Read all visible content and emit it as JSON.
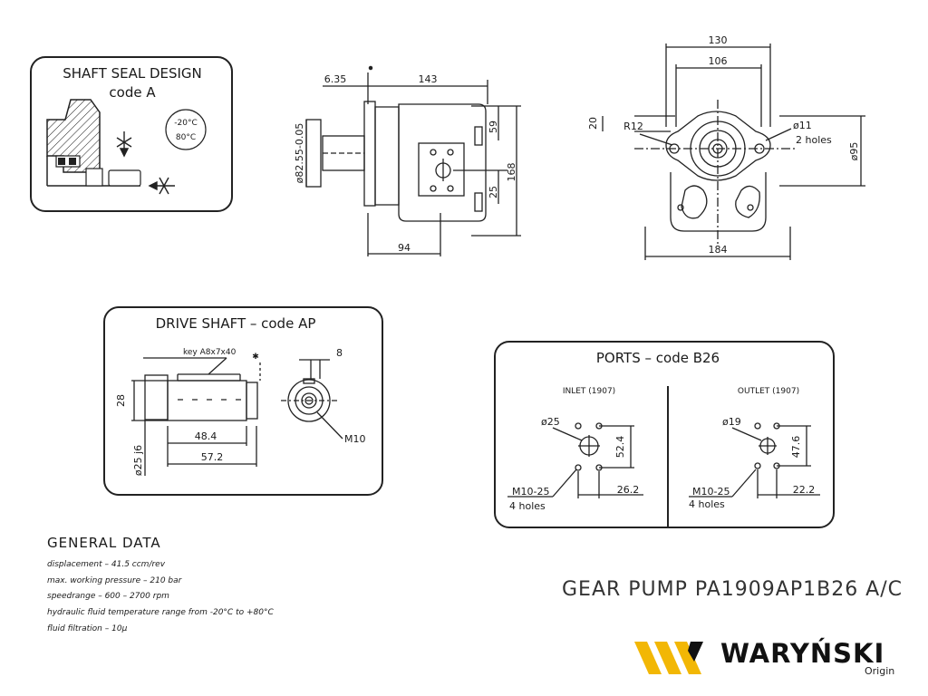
{
  "shaft_seal": {
    "title": "SHAFT SEAL DESIGN",
    "code": "code A",
    "temp_low": "-20°C",
    "temp_high": "80°C"
  },
  "side_view": {
    "d_6_35": "6.35",
    "d_143": "143",
    "d_82": "ø82.55-0.05",
    "d_59": "59",
    "d_168": "168",
    "d_25": "25",
    "d_94": "94"
  },
  "front_view": {
    "d_130": "130",
    "d_106": "106",
    "d_20": "20",
    "r12": "R12",
    "hole": "ø11",
    "hole_count": "2 holes",
    "d_95": "ø95",
    "d_184": "184"
  },
  "drive_shaft": {
    "title": "DRIVE SHAFT – code AP",
    "key": "key A8x7x40",
    "d_8": "8",
    "d_28": "28",
    "d_48": "48.4",
    "d_57": "57.2",
    "d_25j6": "ø25 j6",
    "thread": "M10"
  },
  "ports": {
    "title": "PORTS – code B26",
    "inlet": {
      "label": "INLET (1907)",
      "dia": "ø25",
      "d_vert": "52.4",
      "d_horiz": "26.2",
      "thread": "M10-25",
      "holes": "4 holes"
    },
    "outlet": {
      "label": "OUTLET (1907)",
      "dia": "ø19",
      "d_vert": "47.6",
      "d_horiz": "22.2",
      "thread": "M10-25",
      "holes": "4 holes"
    }
  },
  "general": {
    "title": "GENERAL DATA",
    "lines": [
      "displacement – 41.5 ccm/rev",
      "max. working pressure – 210 bar",
      "speedrange – 600 – 2700 rpm",
      "hydraulic fluid temperature range from -20°C to +80°C",
      "fluid filtration – 10μ"
    ]
  },
  "product": "GEAR PUMP   PA1909AP1B26 A/C",
  "brand": {
    "name": "WARYŃSKI",
    "sub": "Origin",
    "logo_color": "#f2b705"
  }
}
